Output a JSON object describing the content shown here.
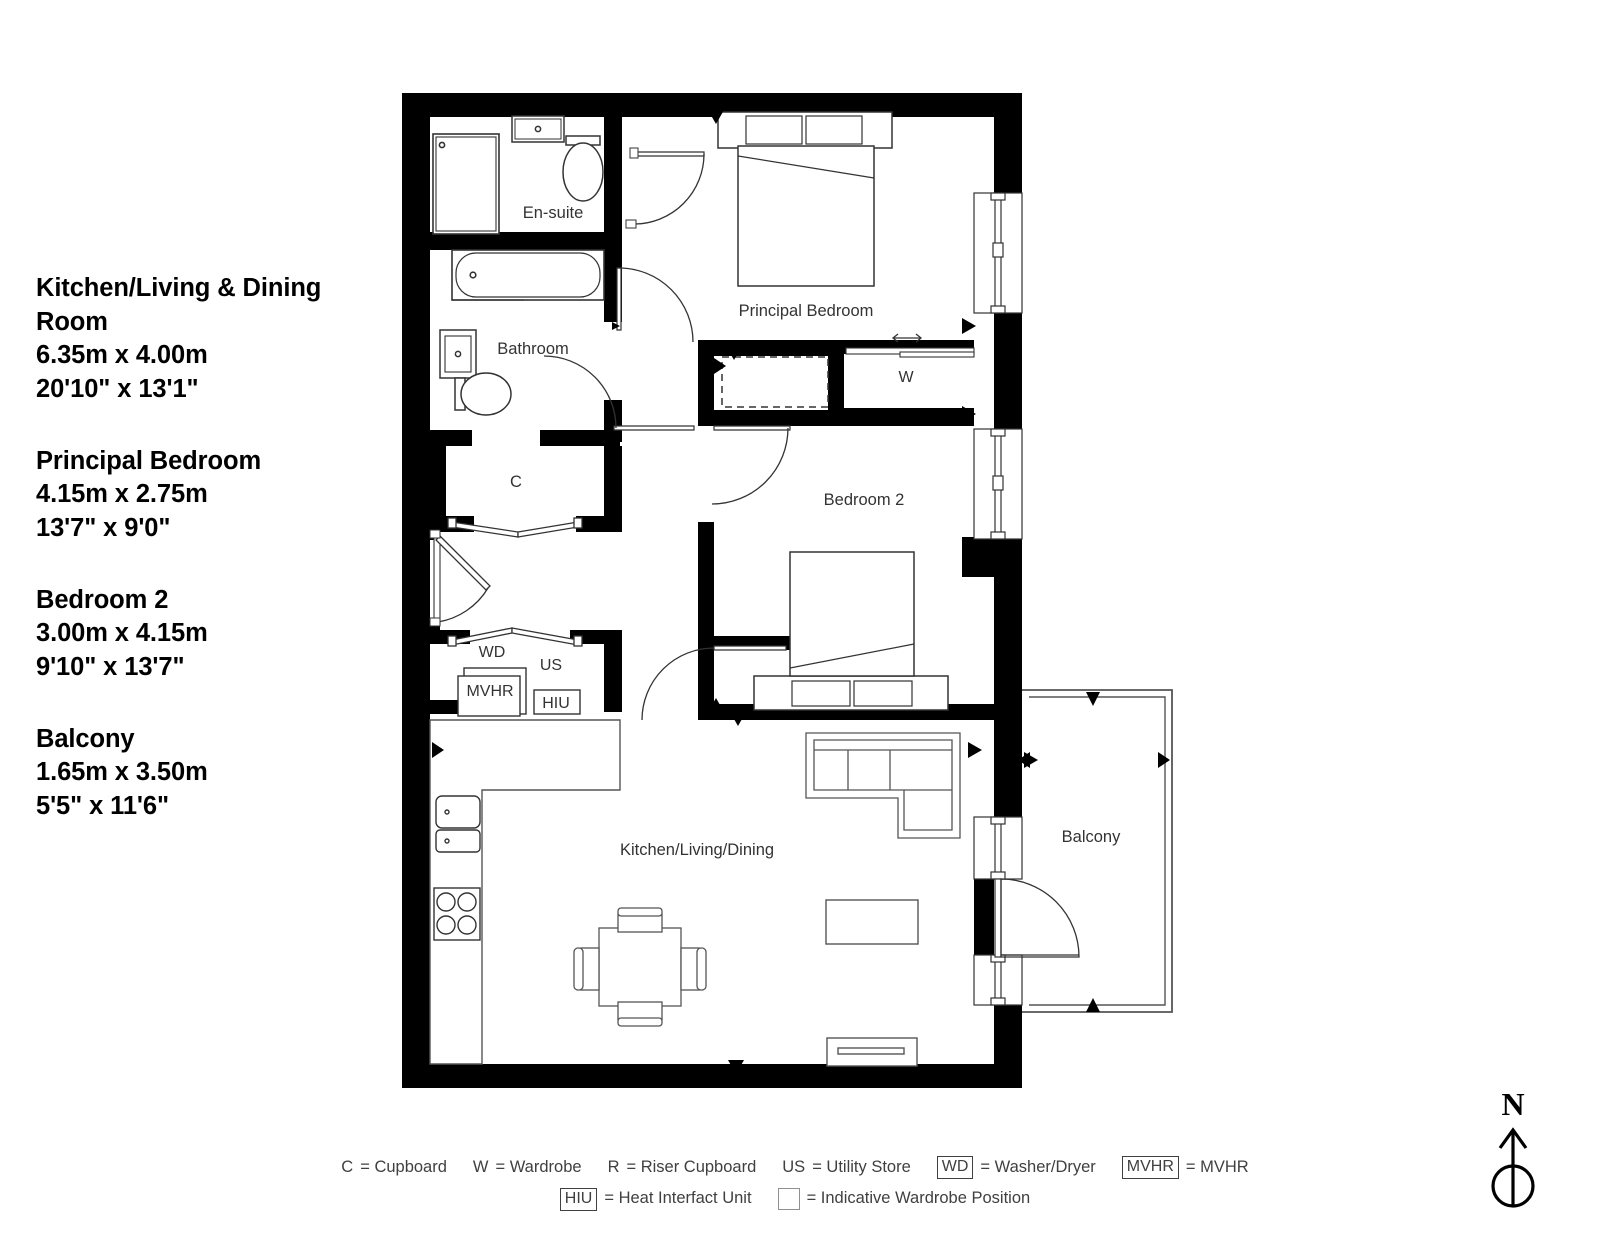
{
  "schedule": {
    "rooms": [
      {
        "name": "Kitchen/Living & Dining Room",
        "metric": "6.35m  x  4.00m",
        "imperial": "20'10\" x 13'1\""
      },
      {
        "name": "Principal Bedroom",
        "metric": "4.15m  x  2.75m",
        "imperial": "13'7\" x 9'0\""
      },
      {
        "name": "Bedroom 2",
        "metric": "3.00m  x  4.15m",
        "imperial": "9'10\" x 13'7\""
      },
      {
        "name": "Balcony",
        "metric": "1.65m  x  3.50m",
        "imperial": "5'5\" x 11'6\""
      }
    ]
  },
  "plan": {
    "labels": {
      "ensuite": "En-suite",
      "bathroom": "Bathroom",
      "principal_bedroom": "Principal Bedroom",
      "bedroom2": "Bedroom 2",
      "kitchen_living_dining": "Kitchen/Living/Dining",
      "balcony": "Balcony",
      "cupboard": "C",
      "wardrobe": "W",
      "washer_dryer": "WD",
      "mvhr": "MVHR",
      "utility_store": "US",
      "hiu": "HIU"
    },
    "colors": {
      "wall": "#000000",
      "fixture_line": "#333333",
      "text": "#333333",
      "balcony_line": "#555555"
    }
  },
  "legend": {
    "row1": [
      {
        "abbr": "C",
        "eq": "= Cupboard",
        "boxed": false
      },
      {
        "abbr": "W",
        "eq": "= Wardrobe",
        "boxed": false
      },
      {
        "abbr": "R",
        "eq": "= Riser Cupboard",
        "boxed": false
      },
      {
        "abbr": "US",
        "eq": "= Utility Store",
        "boxed": false
      },
      {
        "abbr": "WD",
        "eq": "= Washer/Dryer",
        "boxed": true
      },
      {
        "abbr": "MVHR",
        "eq": "= MVHR",
        "boxed": true
      }
    ],
    "row2": [
      {
        "abbr": "HIU",
        "eq": "= Heat Interfact Unit",
        "boxed": true
      },
      {
        "abbr": "",
        "eq": "= Indicative Wardrobe Position",
        "boxed": false,
        "emptybox": true
      }
    ]
  },
  "compass": {
    "north_label": "N"
  }
}
